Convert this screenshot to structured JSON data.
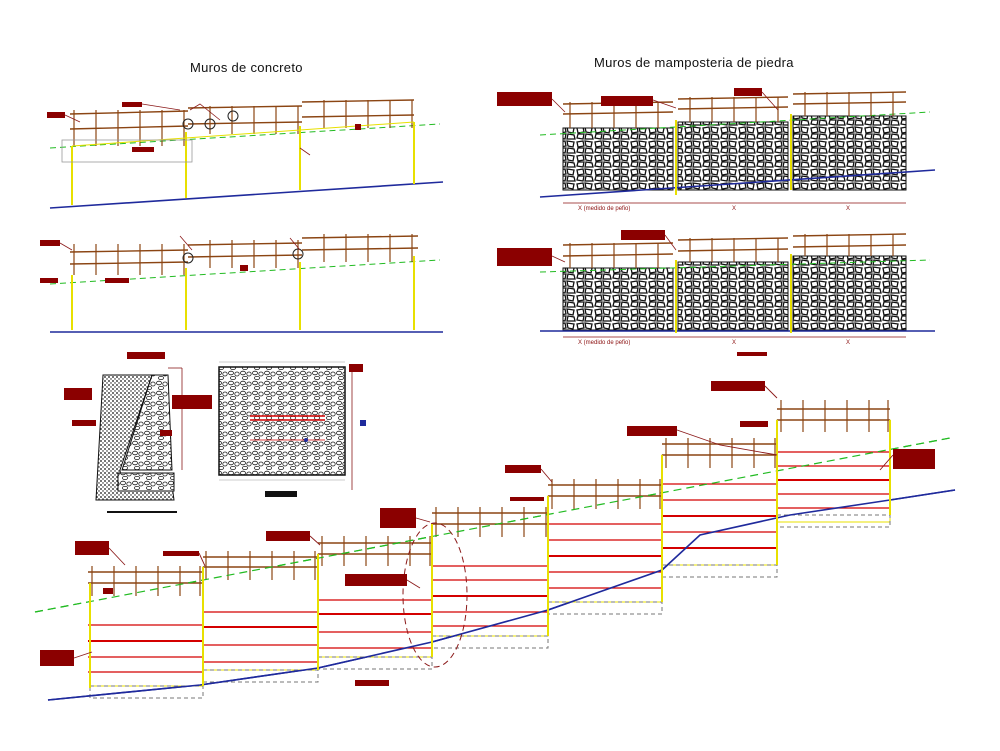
{
  "titles": {
    "concrete_walls": "Muros de concreto",
    "stone_walls": "Muros de mamposteria de piedra"
  },
  "dimension_labels": {
    "first_span": "X (medido de pefio)",
    "span": "X"
  },
  "colors": {
    "terrain_line": "#1f2a9c",
    "ground_dashed": "#22bb22",
    "railing": "#8b4513",
    "wall_post": "#e8e000",
    "stripe": "#d40000",
    "annotation_block": "#8b0000",
    "annotation_leader": "#8b1a1a",
    "stone_fill": "#1a1a1a"
  }
}
